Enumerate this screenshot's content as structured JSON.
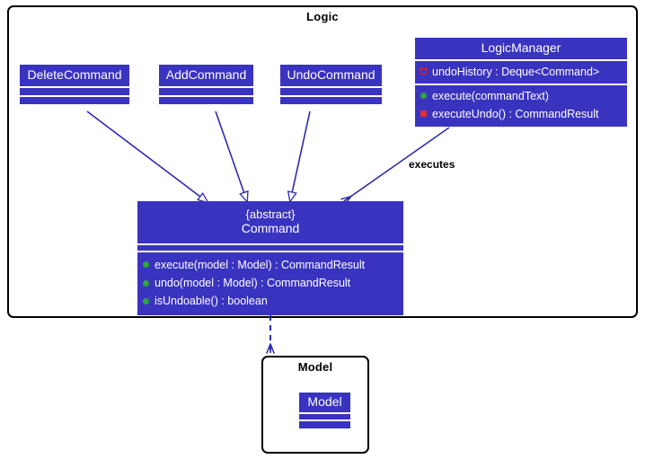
{
  "diagram": {
    "type": "uml-class-diagram",
    "background": "#ffffff",
    "class_fill": "#3a33c0",
    "class_text": "#ffffff",
    "line_color": "#2b2bb0",
    "public_marker_color": "#2fa53c",
    "private_marker_color": "#e03030"
  },
  "packages": {
    "logic": {
      "title": "Logic"
    },
    "model": {
      "title": "Model"
    }
  },
  "classes": {
    "delete_command": {
      "name": "DeleteCommand"
    },
    "add_command": {
      "name": "AddCommand"
    },
    "undo_command": {
      "name": "UndoCommand"
    },
    "logic_manager": {
      "name": "LogicManager",
      "attributes": [
        {
          "visibility": "private-hollow",
          "text": "undoHistory : Deque<Command>"
        }
      ],
      "methods": [
        {
          "visibility": "public",
          "text": "execute(commandText)"
        },
        {
          "visibility": "private",
          "text": "executeUndo() : CommandResult"
        }
      ]
    },
    "command": {
      "stereotype": "{abstract}",
      "name": "Command",
      "methods": [
        {
          "visibility": "public",
          "text": "execute(model : Model) : CommandResult"
        },
        {
          "visibility": "public",
          "text": "undo(model : Model) : CommandResult"
        },
        {
          "visibility": "public",
          "text": "isUndoable() : boolean"
        }
      ]
    },
    "model_class": {
      "name": "Model"
    }
  },
  "edges": {
    "delete_inherits": {
      "from": "DeleteCommand",
      "to": "Command",
      "kind": "generalization",
      "label": ""
    },
    "add_inherits": {
      "from": "AddCommand",
      "to": "Command",
      "kind": "generalization",
      "label": ""
    },
    "undo_inherits": {
      "from": "UndoCommand",
      "to": "Command",
      "kind": "generalization",
      "label": ""
    },
    "manager_executes": {
      "from": "LogicManager",
      "to": "Command",
      "kind": "association",
      "label": "executes"
    },
    "command_uses_model": {
      "from": "Command",
      "to": "Model",
      "kind": "dependency",
      "label": ""
    }
  }
}
